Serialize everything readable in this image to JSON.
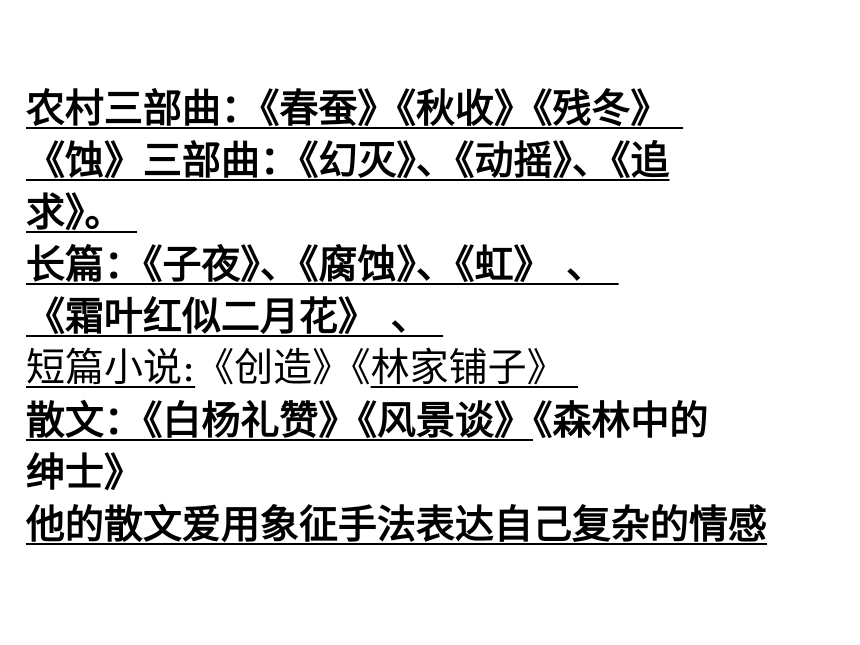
{
  "lines": {
    "l1": "农村三部曲：《春蚕》《秋收》《残冬》 ",
    "l2": "《蚀》三部曲：《幻灭》、《动摇》、《追",
    "l3": "求》。 ",
    "l4": "长篇：《子夜》、《腐蚀》、《虹》 、 ",
    "l5": "《霜叶红似二月花》 、 ",
    "l6a": "短篇小说:",
    "l6b": "《创造》《",
    "l6c": "林家铺子》 ",
    "l7a": "散文：《白杨礼赞》《风景谈》",
    "l7b": "《森林中的",
    "l8": "绅士》",
    "l9": "他的散文爱用象征手法表达自己复杂的情感"
  }
}
